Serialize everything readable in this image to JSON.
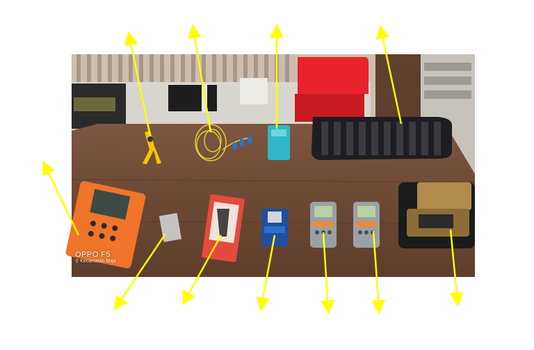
{
  "photo": {
    "subject": "fiber-optic-tools-on-table",
    "watermark_brand": "OPPO F5",
    "watermark_location": "Kecamatan Boja"
  },
  "colors": {
    "arrow": "#ffff00",
    "table": "#6e4a35",
    "wall": "#cdbfae",
    "chair": "#e8232b",
    "otdr": "#f0742a",
    "closure": "#1e1e22",
    "box": "#2fb7c9",
    "meter": "#9aa1a6",
    "splicer_gold": "#b08b4a"
  },
  "icons": [
    "arrow-icon"
  ]
}
